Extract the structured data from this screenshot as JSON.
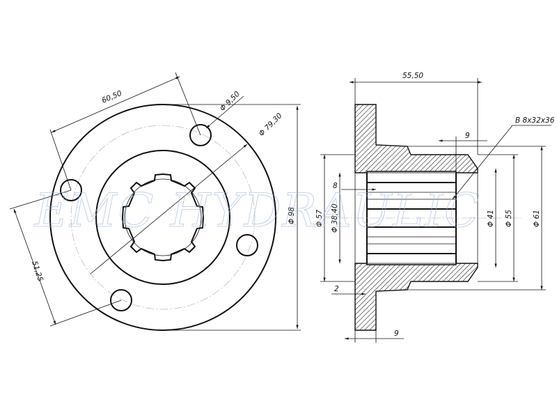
{
  "watermark": "EMC HYDRAULIC",
  "front_view": {
    "bolt_spacing_top": "60,50",
    "bolt_spacing_side": "51,25",
    "hole_diameter": "Φ 9,50",
    "bolt_circle_diameter": "Φ 79,30",
    "outer_diameter": "Φ 98"
  },
  "section_view": {
    "overall_length": "55,50",
    "spline_spec": "B 8x32x36",
    "spline_length": "9",
    "groove_depth": "8",
    "chamfer": "2",
    "flange_thickness": "9",
    "dia_57": "Φ 57",
    "dia_38_40": "Φ 38,40",
    "dia_41": "Φ 41",
    "dia_55": "Φ 55",
    "dia_61": "Φ 61"
  }
}
